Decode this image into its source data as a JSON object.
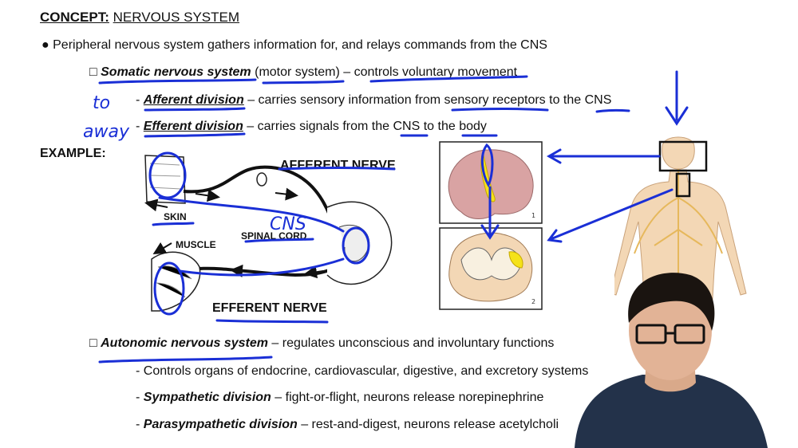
{
  "concept": {
    "label": "CONCEPT:",
    "topic": "NERVOUS SYSTEM"
  },
  "bullet1": "Peripheral nervous system gathers information for, and relays commands from the CNS",
  "somatic": {
    "term": "Somatic nervous system",
    "paren": "(motor system)",
    "desc": "– controls voluntary movement"
  },
  "afferent": {
    "term": "Afferent division",
    "desc1": "– carries sensory information from",
    "key1": "sensory receptors",
    "mid": "to the",
    "key2": "CNS"
  },
  "efferent": {
    "term": "Efferent division",
    "desc1": "– carries signals from the",
    "key1": "CNS",
    "mid": "to the",
    "key2": "body"
  },
  "example": "EXAMPLE:",
  "diagram": {
    "afferent_nerve": "AFFERENT NERVE",
    "skin": "SKIN",
    "muscle": "MUSCLE",
    "spinal_cord": "SPINAL CORD",
    "efferent_nerve": "EFFERENT NERVE"
  },
  "handwriting": {
    "to": "to",
    "away": "away",
    "cns": "CNS"
  },
  "autonomic": {
    "term": "Autonomic nervous system",
    "desc": "– regulates unconscious and involuntary functions"
  },
  "auto_items": [
    {
      "term": "",
      "text": "- Controls organs of endocrine, cardiovascular, digestive, and excretory systems"
    },
    {
      "term": "Sympathetic division",
      "text": "– fight-or-flight, neurons release norepinephrine"
    },
    {
      "term": "Parasympathetic division",
      "text": "– rest-and-digest, neurons release acetylcholi"
    }
  ],
  "colors": {
    "ink": "#1a2fd6",
    "brain": "#d9a3a3",
    "highlight": "#f5e21a",
    "skin": "#f3d7b5",
    "nerve": "#e6b85c"
  }
}
